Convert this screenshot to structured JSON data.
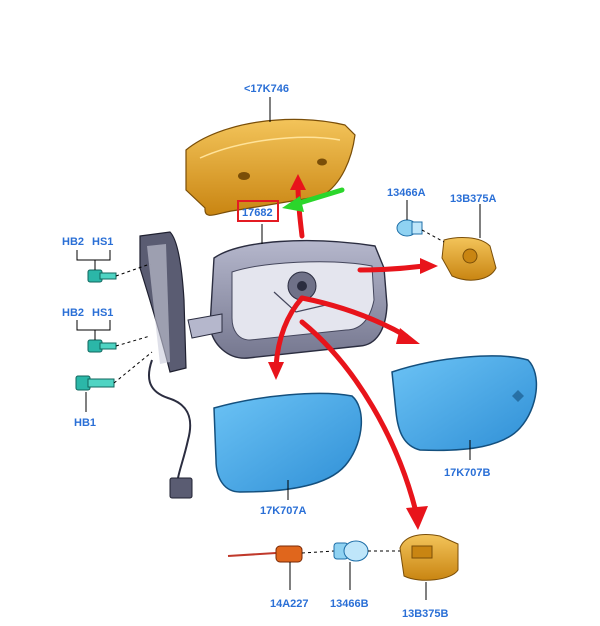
{
  "labels": {
    "cap": "<17K746",
    "housing": "17682",
    "bulb_a": "13466A",
    "socket_a": "13B375A",
    "hb2_top": "HB2",
    "hs1_top": "HS1",
    "hb2_mid": "HB2",
    "hs1_mid": "HS1",
    "hb1": "HB1",
    "glass_left": "17K707A",
    "glass_right": "17K707B",
    "connector": "14A227",
    "bulb_b": "13466B",
    "socket_b": "13B375B"
  },
  "colors": {
    "label_blue": "#2a6fd6",
    "arrow_red": "#e8141b",
    "arrow_green": "#2bd62b",
    "cap_orange": "#e6a42a",
    "glass_blue": "#3fa4e8",
    "fastener_teal": "#2bb7a8",
    "housing_gray": "#9a9cb5",
    "highlight_box": "#e31b23"
  }
}
